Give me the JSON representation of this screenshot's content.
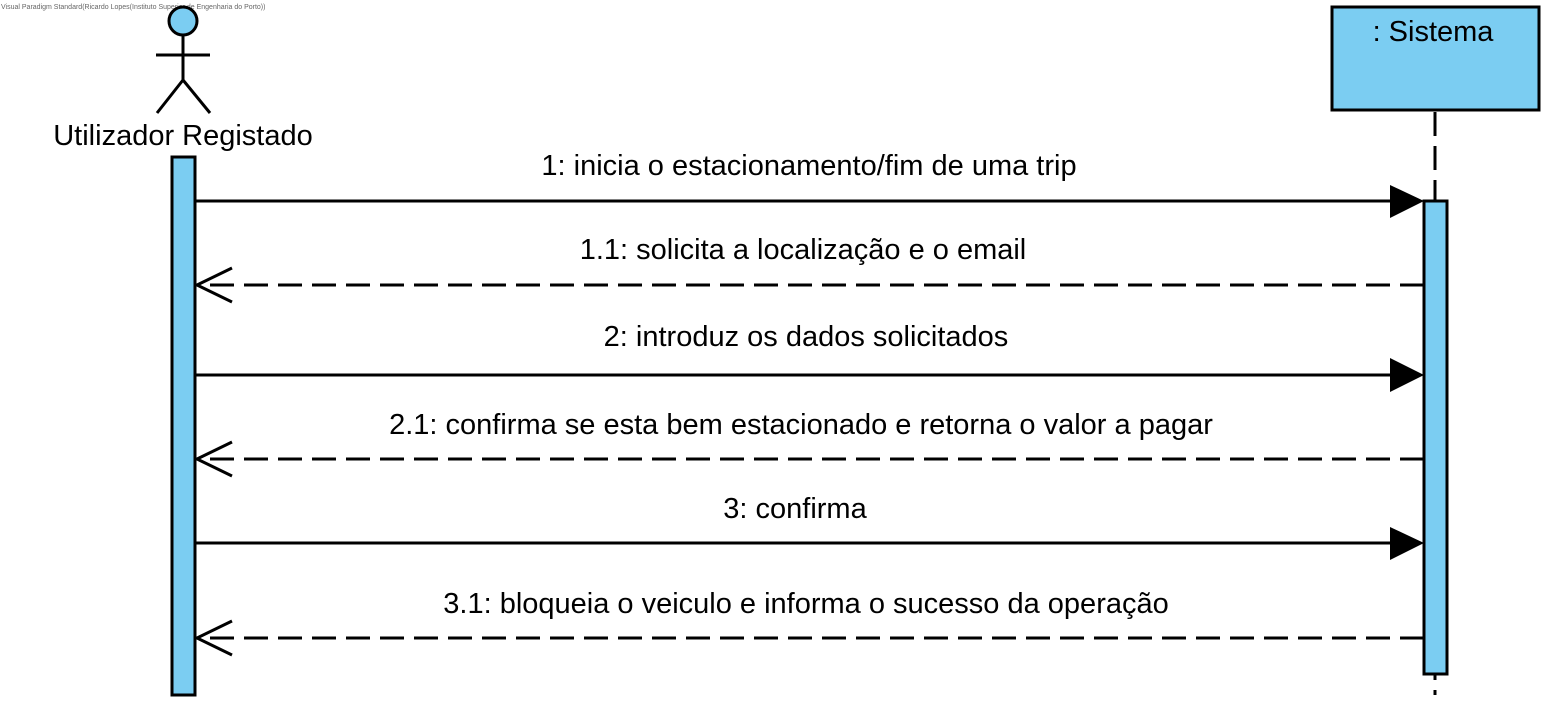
{
  "watermark": "Visual Paradigm Standard(Ricardo Lopes(Instituto Superior de Engenharia do Porto))",
  "actor": {
    "name": "Utilizador Registado",
    "icon": "stick-figure-actor-icon"
  },
  "system": {
    "name": ": Sistema"
  },
  "colors": {
    "fill": "#7bcdf2",
    "stroke": "#000000"
  },
  "messages": [
    {
      "label": "1: inicia o estacionamento/fim de uma trip",
      "kind": "call"
    },
    {
      "label": "1.1: solicita a localização e o email",
      "kind": "return"
    },
    {
      "label": "2: introduz os dados solicitados",
      "kind": "call"
    },
    {
      "label": "2.1: confirma se esta bem estacionado e retorna o valor a pagar",
      "kind": "return"
    },
    {
      "label": "3: confirma",
      "kind": "call"
    },
    {
      "label": "3.1: bloqueia o veiculo e informa o sucesso da operação",
      "kind": "return"
    }
  ]
}
